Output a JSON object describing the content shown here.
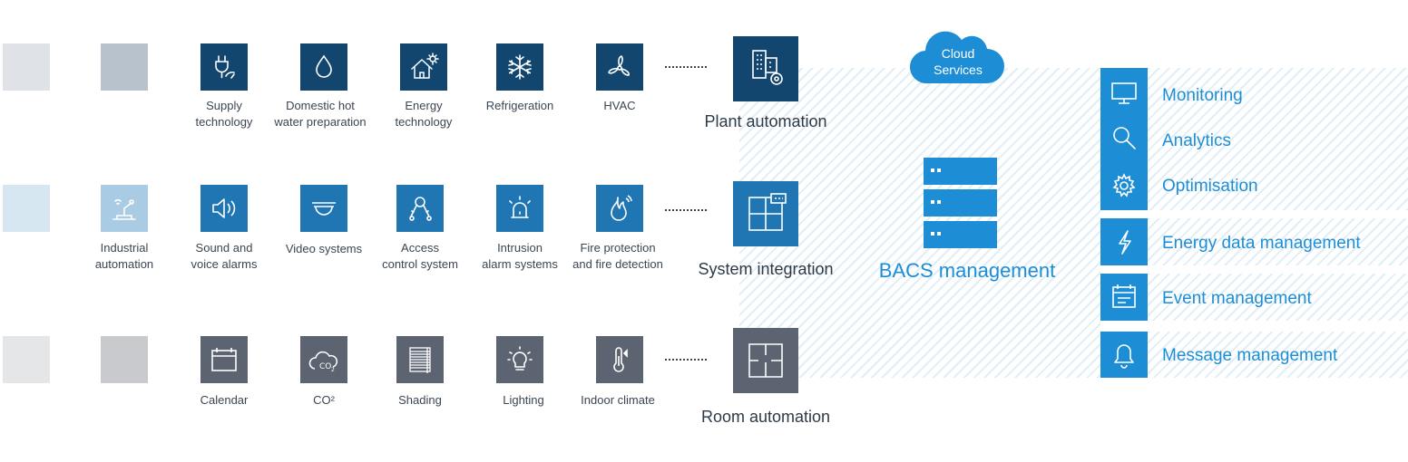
{
  "rows": {
    "plant": {
      "items": [
        {
          "icon": "plug-gauge-icon",
          "label1": "Supply",
          "label2": "technology"
        },
        {
          "icon": "water-drop-icon",
          "label1": "Domestic hot",
          "label2": "water preparation"
        },
        {
          "icon": "house-sun-icon",
          "label1": "Energy",
          "label2": "technology"
        },
        {
          "icon": "snowflake-icon",
          "label1": "Refrigeration",
          "label2": ""
        },
        {
          "icon": "fan-icon",
          "label1": "HVAC",
          "label2": ""
        }
      ],
      "category": "Plant automation",
      "category_icon": "building-gear-icon"
    },
    "system": {
      "items": [
        {
          "icon": "robot-arm-icon",
          "label1": "Industrial",
          "label2": "automation"
        },
        {
          "icon": "speaker-icon",
          "label1": "Sound and",
          "label2": "voice alarms"
        },
        {
          "icon": "dome-camera-icon",
          "label1": "Video systems",
          "label2": ""
        },
        {
          "icon": "keys-icon",
          "label1": "Access",
          "label2": "control system"
        },
        {
          "icon": "siren-icon",
          "label1": "Intrusion",
          "label2": "alarm systems"
        },
        {
          "icon": "flame-icon",
          "label1": "Fire protection",
          "label2": "and fire detection"
        }
      ],
      "category": "System integration",
      "category_icon": "grid-window-icon"
    },
    "room": {
      "items": [
        {
          "icon": "calendar-icon",
          "label1": "Calendar",
          "label2": ""
        },
        {
          "icon": "co2-cloud-icon",
          "label1": "CO²",
          "label2": ""
        },
        {
          "icon": "blinds-icon",
          "label1": "Shading",
          "label2": ""
        },
        {
          "icon": "lightbulb-icon",
          "label1": "Lighting",
          "label2": ""
        },
        {
          "icon": "thermometer-icon",
          "label1": "Indoor climate",
          "label2": ""
        }
      ],
      "category": "Room automation",
      "category_icon": "floorplan-icon"
    }
  },
  "cloud": {
    "line1": "Cloud",
    "line2": "Services",
    "icon": "cloud-icon"
  },
  "bacs": {
    "label": "BACS management",
    "icon": "server-stack-icon"
  },
  "services": [
    {
      "icon": "monitor-icon",
      "label": "Monitoring"
    },
    {
      "icon": "magnifier-icon",
      "label": "Analytics"
    },
    {
      "icon": "gear-icon",
      "label": "Optimisation"
    },
    {
      "icon": "lightning-icon",
      "label": "Energy data management"
    },
    {
      "icon": "event-board-icon",
      "label": "Event management"
    },
    {
      "icon": "bell-icon",
      "label": "Message management"
    }
  ],
  "colors": {
    "navy": "#13466f",
    "blue": "#1f76b3",
    "gray": "#5b6470",
    "accent": "#1d8ed6",
    "hatch": "#e0eff7"
  }
}
